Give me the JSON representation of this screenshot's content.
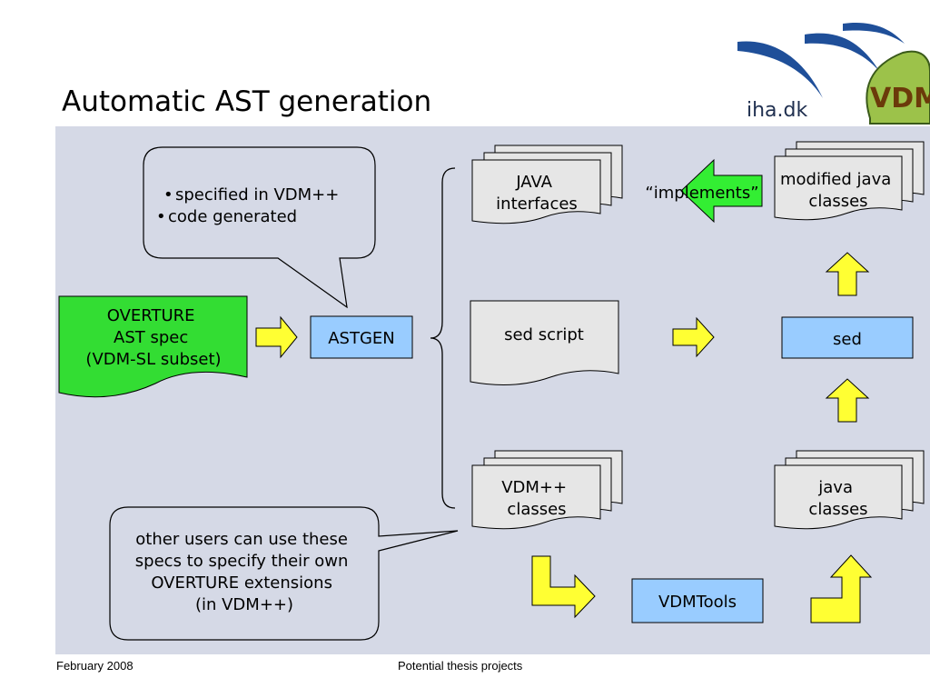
{
  "slide": {
    "title": "Automatic AST generation",
    "footer_left": "February 2008",
    "footer_center": "Potential thesis projects"
  },
  "logo": {
    "text": "iha.dk",
    "mark_letters": "VDM"
  },
  "diagram": {
    "callout_top": {
      "bullets": [
        "specified in VDM++",
        "code generated"
      ]
    },
    "source_doc": {
      "lines": [
        "OVERTURE",
        "AST spec",
        "(VDM-SL subset)"
      ]
    },
    "astgen": {
      "label": "ASTGEN"
    },
    "java_interfaces": {
      "lines": [
        "JAVA",
        "interfaces"
      ]
    },
    "implements": {
      "label": "“implements”"
    },
    "modified_java": {
      "lines": [
        "modified java",
        "classes"
      ]
    },
    "sed_script": {
      "label": "sed script"
    },
    "sed": {
      "label": "sed"
    },
    "vdm_classes": {
      "lines": [
        "VDM++",
        "classes"
      ]
    },
    "java_classes": {
      "lines": [
        "java",
        "classes"
      ]
    },
    "vdmtools": {
      "label": "VDMTools"
    },
    "callout_bottom": {
      "lines": [
        "other users can use these",
        "specs to specify their own",
        "OVERTURE extensions",
        "(in VDM++)"
      ]
    },
    "colors": {
      "panel": "#d5d9e6",
      "doc_fill": "#e6e6e6",
      "process_fill": "#99ccff",
      "source_fill": "#33dd33",
      "yellow_arrow": "#ffff33",
      "green_arrow": "#33ee33"
    }
  }
}
